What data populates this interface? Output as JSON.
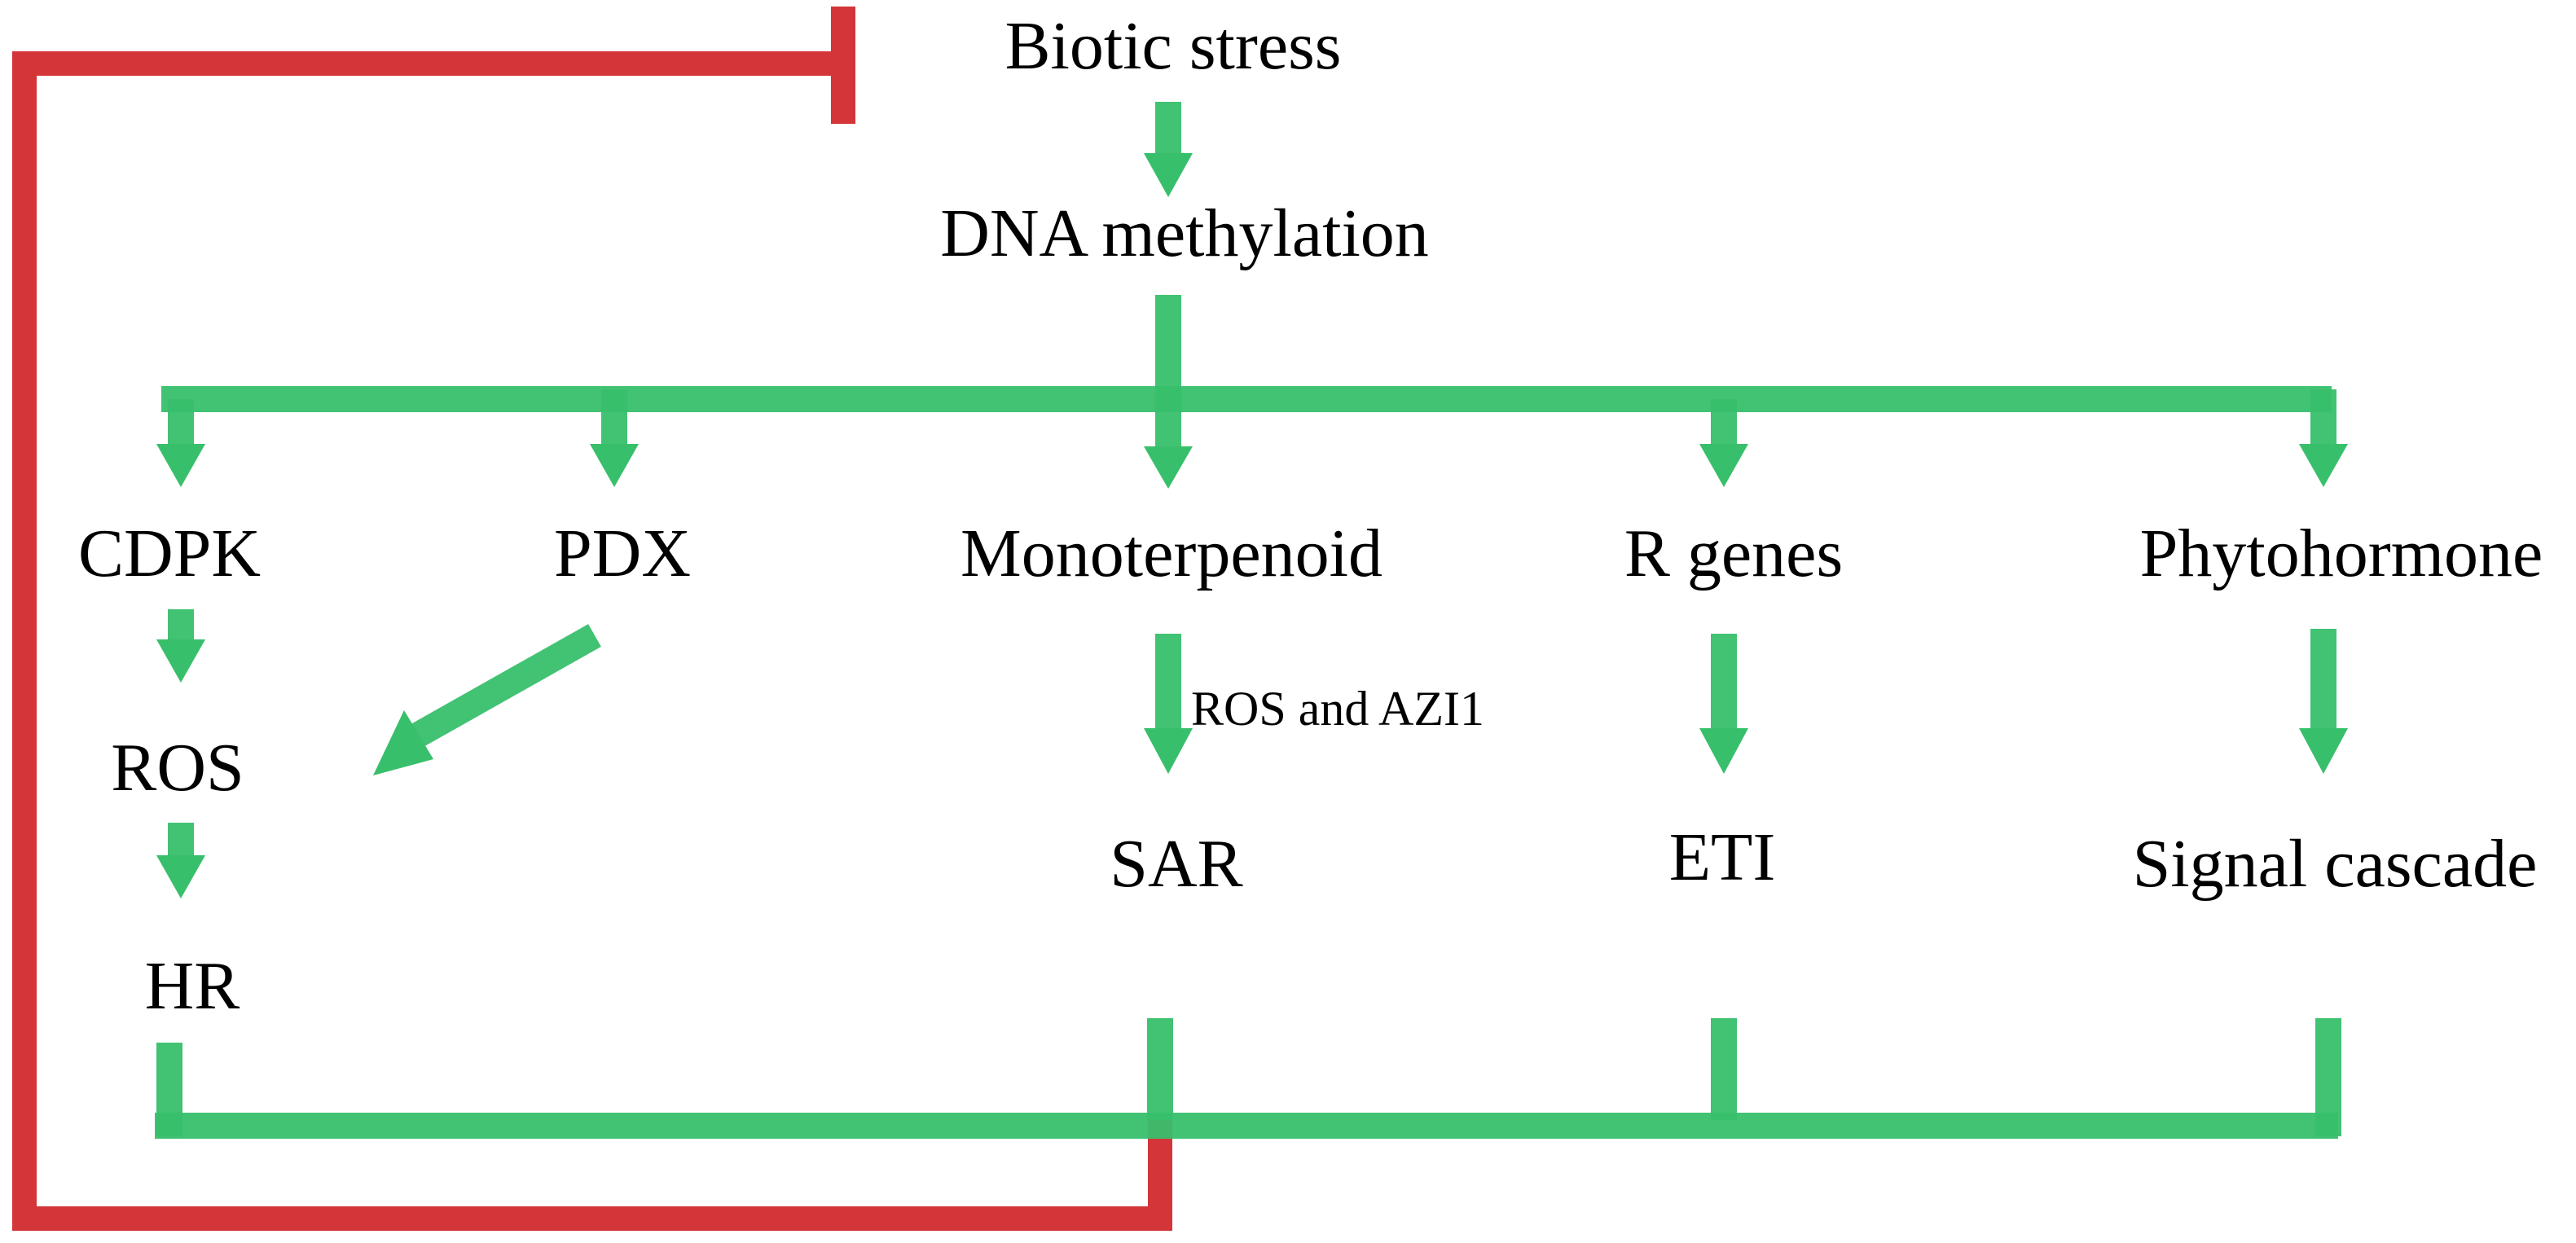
{
  "nodes": {
    "biotic_stress": "Biotic stress",
    "dna_methylation": "DNA methylation",
    "cdpk": "CDPK",
    "pdx": "PDX",
    "monoterpenoid": "Monoterpenoid",
    "r_genes": "R genes",
    "phytohormone": "Phytohormone",
    "ros": "ROS",
    "hr": "HR",
    "sar": "SAR",
    "eti": "ETI",
    "signal_cascade": "Signal cascade"
  },
  "edge_labels": {
    "ros_and_azi1": "ROS and AZI1"
  },
  "colors": {
    "activation": "#38bf6b",
    "inhibition": "#d33539",
    "text": "#000000"
  }
}
